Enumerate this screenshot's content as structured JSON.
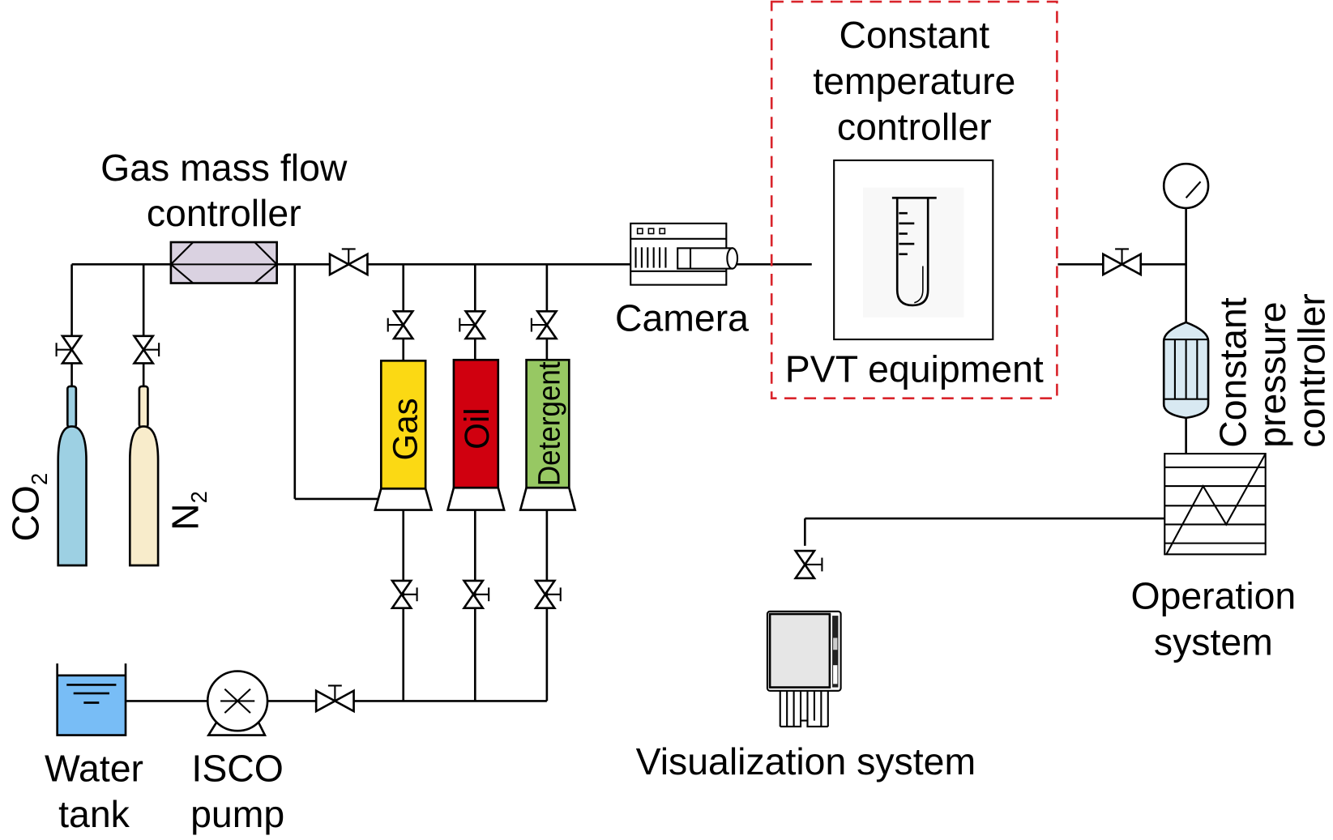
{
  "diagram": {
    "title_labels": {
      "gas_mass_flow_controller": [
        "Gas mass flow",
        "controller"
      ],
      "co2": "CO",
      "co2_sub": "2",
      "n2": "N",
      "n2_sub": "2",
      "gas_cylinder": "Gas",
      "oil_cylinder": "Oil",
      "detergent_cylinder": "Detergent",
      "camera": "Camera",
      "constant_temperature_controller": [
        "Constant",
        "temperature",
        "controller"
      ],
      "pvt_equipment": "PVT equipment",
      "constant_pressure_controller": [
        "Constant",
        "pressure",
        "controller"
      ],
      "operation_system": [
        "Operation",
        "system"
      ],
      "visualization_system": "Visualization system",
      "water_tank": [
        "Water",
        "tank"
      ],
      "isco_pump": [
        "ISCO",
        "pump"
      ]
    },
    "colors": {
      "co2_cylinder": "#9dd0e3",
      "n2_cylinder": "#f8eccb",
      "gas_container": "#fbd914",
      "oil_container": "#d0000f",
      "detergent_container": "#97c863",
      "flow_controller": "#dad2e1",
      "water_tank": "#78bdf6",
      "back_pressure_vessel": "#d8e9f2",
      "temperature_boundary": "#d9242b",
      "monitor_screen": "#e6e6e6"
    }
  }
}
